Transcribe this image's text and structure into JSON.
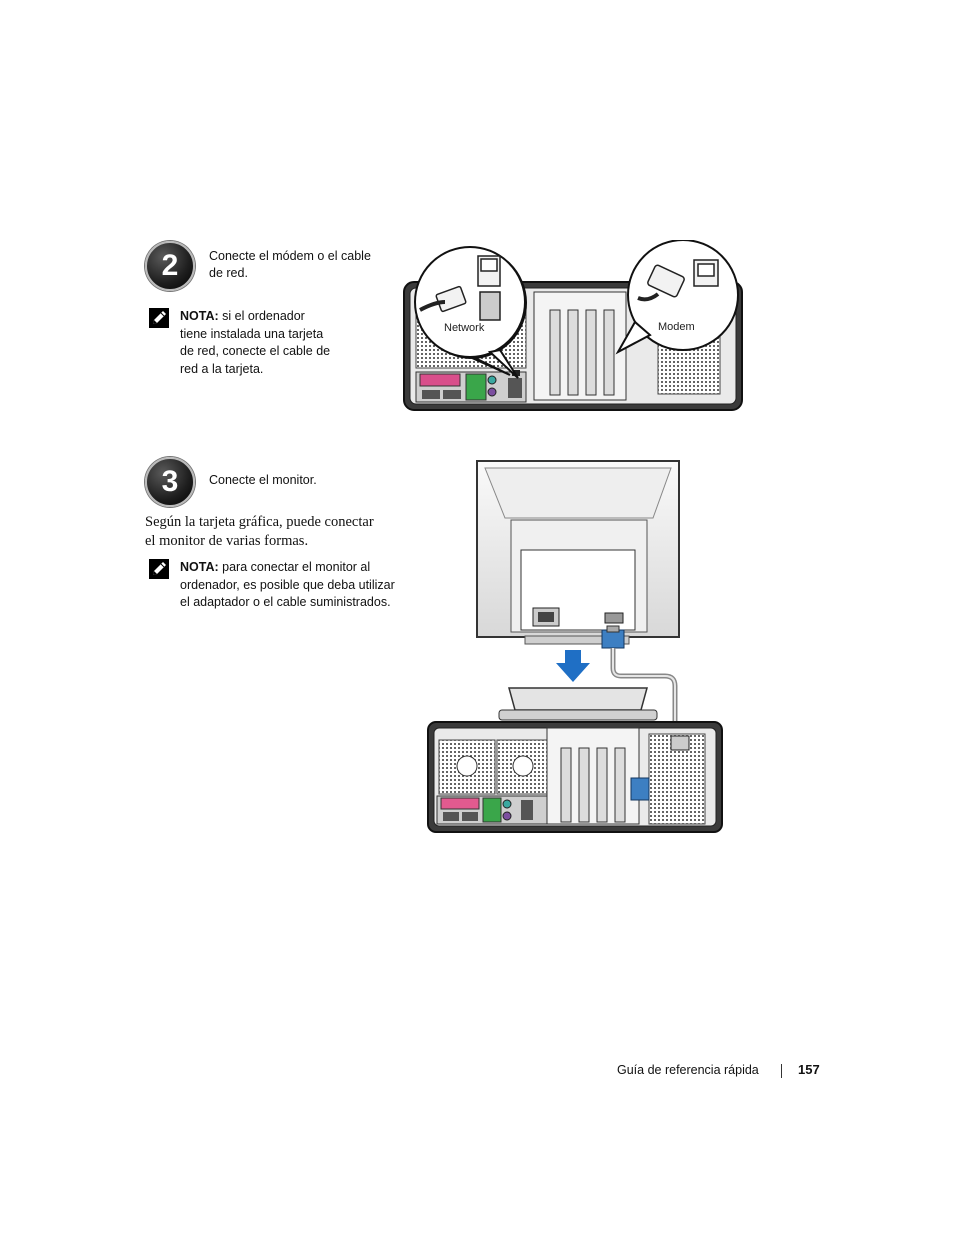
{
  "step2": {
    "number": "2",
    "instruction_line1": "Conecte el módem o el cable",
    "instruction_line2": "de red.",
    "note": {
      "label": "NOTA:",
      "line1": "si el ordenador",
      "line2": "tiene instalada una tarjeta",
      "line3": "de red, conecte el cable de",
      "line4": "red a la tarjeta."
    },
    "illustration": {
      "network_label": "Network",
      "modem_label": "Modem"
    }
  },
  "step3": {
    "number": "3",
    "instruction": "Conecte el monitor.",
    "body_line1": "Según la tarjeta gráfica, puede conectar",
    "body_line2": "el monitor de varias formas.",
    "note": {
      "label": "NOTA:",
      "line1": "para conectar el monitor al",
      "line2": "ordenador, es posible que deba utilizar",
      "line3": "el adaptador o el cable suministrados."
    }
  },
  "footer": {
    "title": "Guía de referencia rápida",
    "page_number": "157"
  },
  "colors": {
    "connector_blue": "#3d7fc2",
    "arrow_blue": "#1f6fc5",
    "port_green": "#3aa64a",
    "port_pink": "#e25a8f",
    "port_purple": "#7c4fa0",
    "port_teal": "#3ba8a0"
  }
}
